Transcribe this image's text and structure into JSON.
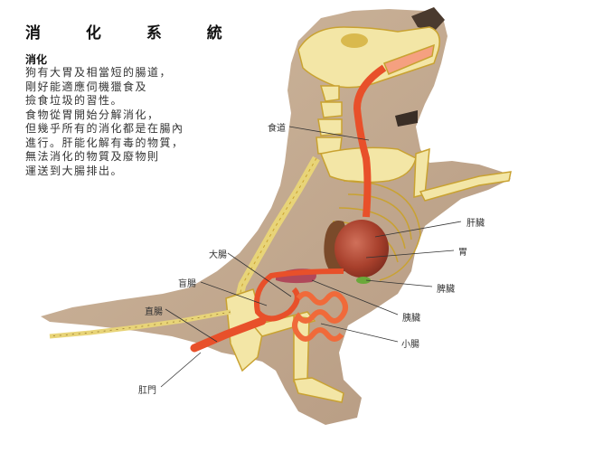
{
  "title": "消 化 系 統",
  "section": {
    "heading": "消化",
    "lines": [
      "狗有大胃及相當短的腸道，",
      "剛好能適應伺機獵食及",
      "撿食垃圾的習性。",
      "食物從胃開始分解消化，",
      "但幾乎所有的消化都是在腸內",
      "進行。肝能化解有毒的物質，",
      "無法消化的物質及廢物則",
      "運送到大腸排出。"
    ]
  },
  "labels": {
    "esophagus": "食道",
    "liver": "肝臟",
    "stomach": "胃",
    "spleen": "脾臟",
    "large_intestine": "大腸",
    "cecum": "盲腸",
    "rectum": "直腸",
    "pancreas": "胰臟",
    "small_intestine": "小腸",
    "anus": "肛門"
  },
  "colors": {
    "fur": "#b89a7a",
    "bone": "#f3e6a6",
    "bone_outline": "#c9a231",
    "organ": "#e8502a",
    "stomach": "#a8402c",
    "liver": "#7a4a2a",
    "pancreas": "#b0485a",
    "spleen": "#6aa83a"
  }
}
